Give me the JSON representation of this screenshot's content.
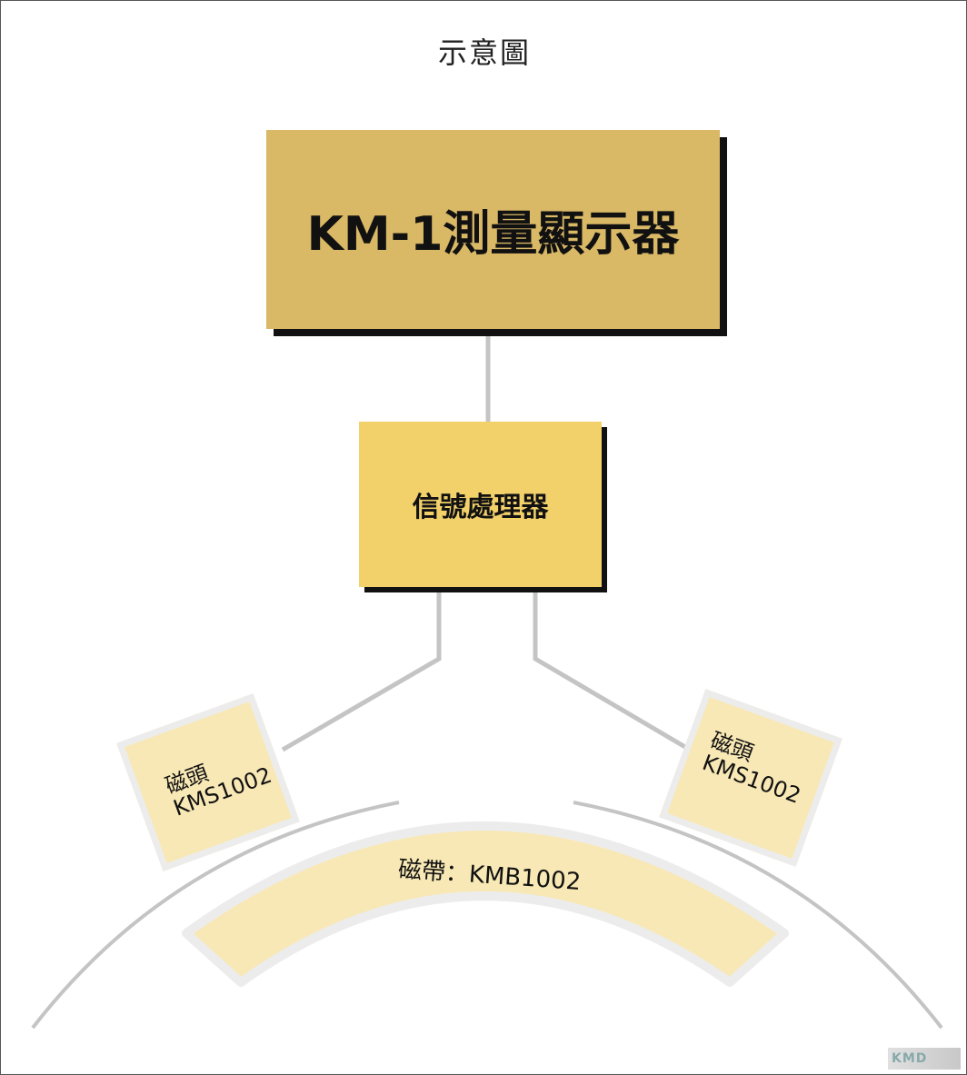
{
  "diagram": {
    "title": "示意圖",
    "display_unit": "KM-1測量顯示器",
    "signal_processor": "信號處理器",
    "head_left": {
      "line1": "磁頭",
      "line2": "KMS1002"
    },
    "head_right": {
      "line1": "磁頭",
      "line2": "KMS1002"
    },
    "tape_label": "磁帶：KMB1002",
    "logo_text": "KMD"
  },
  "colors": {
    "display_fill": "#d9b866",
    "processor_fill": "#f2d16b",
    "head_fill": "#f8e8b5",
    "tape_fill": "#f8e8b5",
    "connector": "#c4c4c4",
    "shadow": "#111111"
  }
}
